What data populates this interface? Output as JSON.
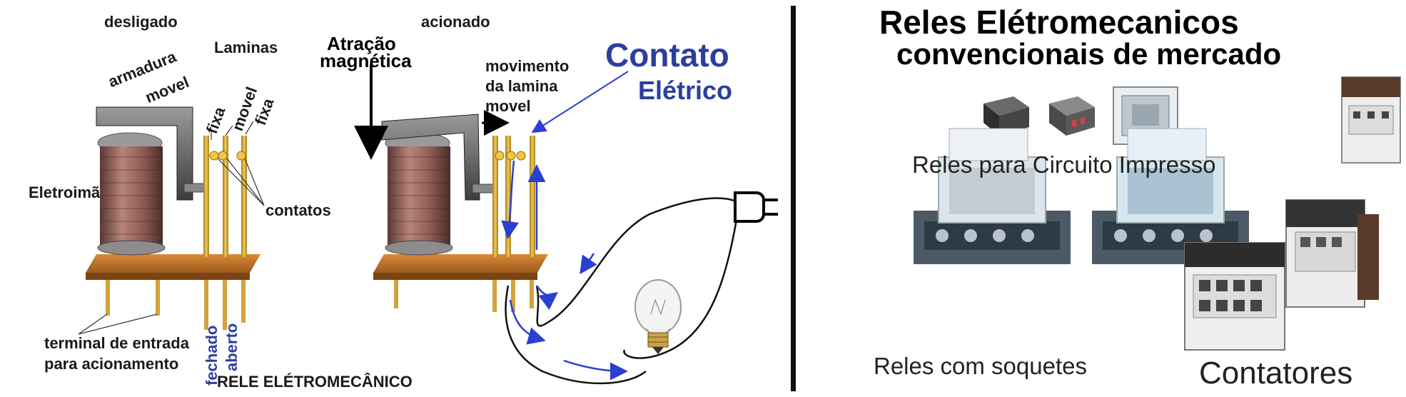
{
  "left_diagram": {
    "state_off": "desligado",
    "state_on": "acionado",
    "laminas": "Laminas",
    "armadura_line1": "armadura",
    "armadura_line2": "movel",
    "fixa_1": "fixa",
    "movel": "movel",
    "fixa_2": "fixa",
    "eletroima": "Eletroimã",
    "contatos": "contatos",
    "terminal_line1": "terminal de entrada",
    "terminal_line2": "para acionamento",
    "fechado": "fechado",
    "aberto": "aberto",
    "caption": "RELE ELÉTROMECÂNICO",
    "atracao_line1": "Atração",
    "atracao_line2": "magnética",
    "movimento_line1": "movimento",
    "movimento_line2": "da lamina",
    "movimento_line3": "movel",
    "contato_line1": "Contato",
    "contato_line2": "Elétrico"
  },
  "right_panel": {
    "title_line1": "Reles Elétromecanicos",
    "title_line2": "convencionais de mercado",
    "label_pcb": "Reles para Circuito  Impresso",
    "label_socket": "Reles com soquetes",
    "label_contactors": "Contatores"
  },
  "colors": {
    "coil": "#8a5a52",
    "base": "#c87a2a",
    "armature": "#6e6e6e",
    "blade": "#e2b43a",
    "arrow_blue": "#2b3fd0",
    "text_blue": "#2b3f9e"
  }
}
